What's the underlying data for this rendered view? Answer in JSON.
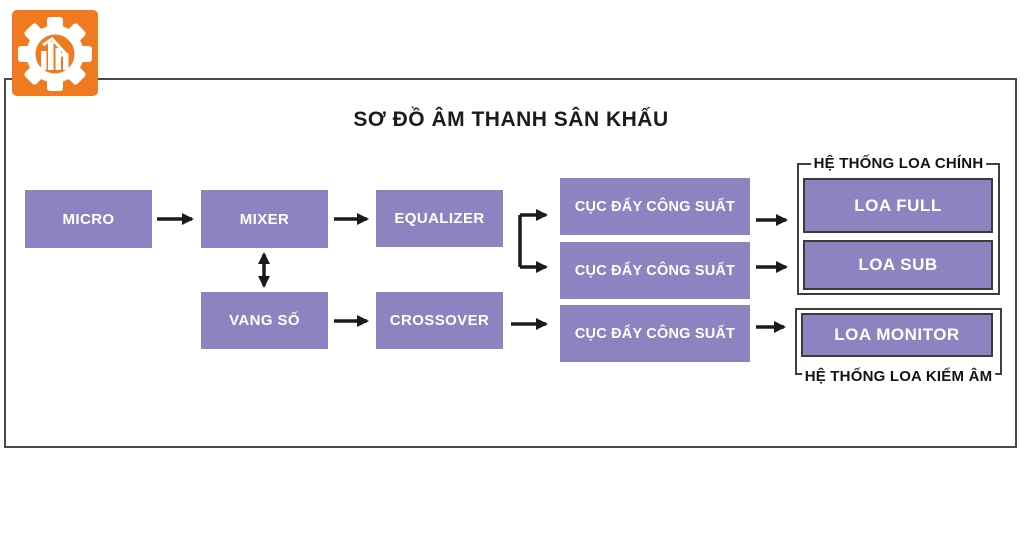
{
  "logo": {
    "icon": "gear-bar-chart-icon",
    "background_color": "#ef7a1f",
    "glyph_color": "#ffffff"
  },
  "diagram": {
    "title": "SƠ ĐỒ ÂM THANH SÂN KHẤU",
    "nodes": {
      "micro": {
        "label": "MICRO"
      },
      "mixer": {
        "label": "MIXER"
      },
      "equalizer": {
        "label": "EQUALIZER"
      },
      "vang_so": {
        "label": "VANG SỐ"
      },
      "crossover": {
        "label": "CROSSOVER"
      },
      "amp1": {
        "label": "CỤC ĐẨY CÔNG SUẤT"
      },
      "amp2": {
        "label": "CỤC ĐẨY CÔNG SUẤT"
      },
      "amp3": {
        "label": "CỤC ĐẨY CÔNG SUẤT"
      },
      "loa_full": {
        "label": "LOA FULL"
      },
      "loa_sub": {
        "label": "LOA SUB"
      },
      "loa_monitor": {
        "label": "LOA MONITOR"
      }
    },
    "groups": {
      "main": {
        "label": "HỆ THỐNG LOA CHÍNH"
      },
      "monitor": {
        "label": "HỆ THỐNG LOA KIỂM ÂM"
      }
    },
    "edges": [
      {
        "from": "micro",
        "to": "mixer"
      },
      {
        "from": "mixer",
        "to": "equalizer"
      },
      {
        "from": "mixer",
        "to": "vang_so",
        "bidirectional": true
      },
      {
        "from": "vang_so",
        "to": "crossover"
      },
      {
        "from": "equalizer",
        "to": "amp1"
      },
      {
        "from": "equalizer",
        "to": "amp2"
      },
      {
        "from": "crossover",
        "to": "amp3"
      },
      {
        "from": "amp1",
        "to": "loa_full"
      },
      {
        "from": "amp2",
        "to": "loa_sub"
      },
      {
        "from": "amp3",
        "to": "loa_monitor"
      }
    ],
    "colors": {
      "node_fill": "#8b84c1",
      "node_text": "#ffffff",
      "arrow": "#1b1b1b",
      "frame_border": "#4a4a4a",
      "group_border": "#3f3f3f"
    }
  }
}
